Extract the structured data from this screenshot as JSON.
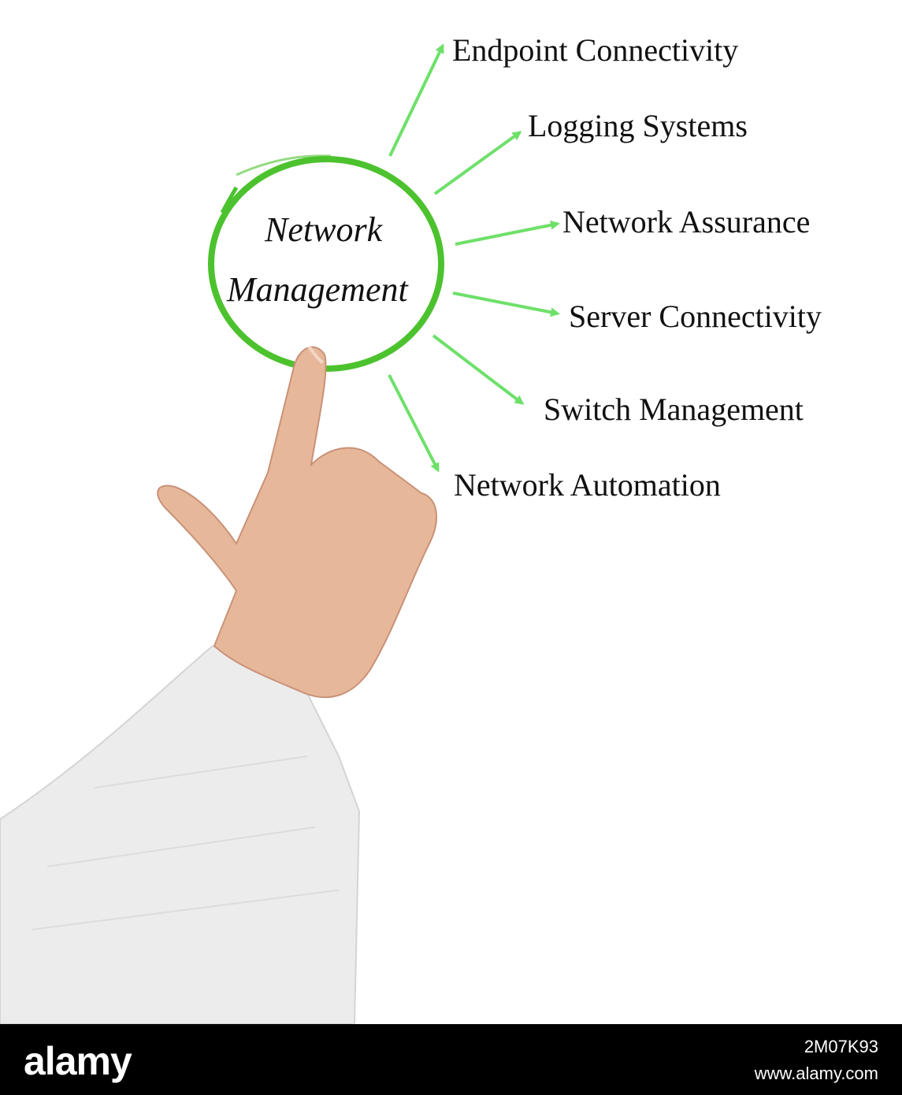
{
  "diagram": {
    "center": {
      "line1": "Network",
      "line2": "Management"
    },
    "branches": [
      "Endpoint Connectivity",
      "Logging Systems",
      "Network Assurance",
      "Server Connectivity",
      "Switch Management",
      "Network Automation"
    ],
    "colors": {
      "circle": "#4cc22e",
      "arrow": "#6ee06a",
      "sleeve": "#ececec",
      "skin": "#e7b79a"
    }
  },
  "watermark": {
    "brand": "alamy",
    "image_id": "2M07K93",
    "site": "www.alamy.com"
  }
}
